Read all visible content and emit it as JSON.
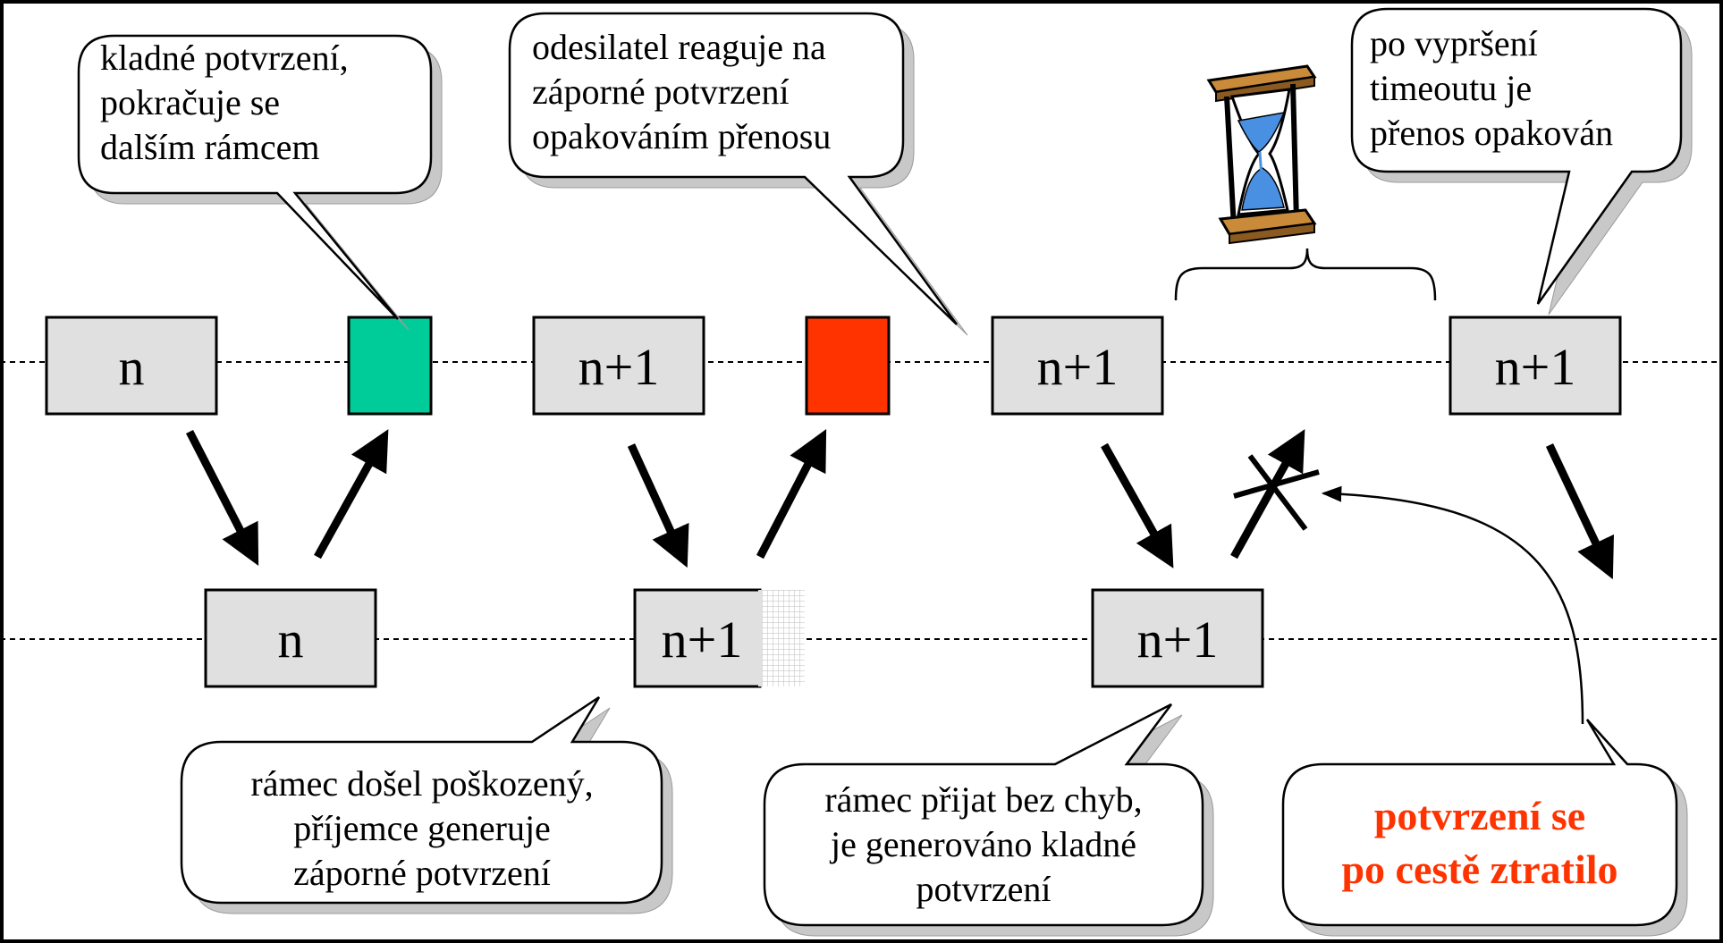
{
  "colors": {
    "frame_fill": "#e0e0e0",
    "ack_positive": "#00cc99",
    "ack_negative": "#ff3300",
    "alert_text": "#ff3300",
    "callout_fill": "#ffffff",
    "callout_shadow": "#c8c8c8",
    "hourglass_sand": "#4a90e2",
    "hourglass_frame": "#c98a3a"
  },
  "sender_frames": [
    "n",
    "n+1",
    "n+1",
    "n+1"
  ],
  "receiver_frames": [
    "n",
    "n+1",
    "n+1"
  ],
  "acks": [
    {
      "kind": "positive",
      "icon": "green-square"
    },
    {
      "kind": "negative",
      "icon": "red-square"
    }
  ],
  "timeout_icon": "hourglass-icon",
  "callouts": {
    "positive_ack": [
      "kladné potvrzení,",
      "pokračuje se",
      "dalším rámcem"
    ],
    "negative_ack": [
      "odesilatel reaguje na",
      "záporné potvrzení",
      "opakováním přenosu"
    ],
    "timeout": [
      "po vypršení",
      "timeoutu je",
      "přenos opakován"
    ],
    "damaged": [
      "rámec došel poškozený,",
      "příjemce generuje",
      "záporné potvrzení"
    ],
    "received_ok": [
      "rámec přijat bez chyb,",
      "je generováno kladné",
      "potvrzení"
    ],
    "ack_lost": [
      "potvrzení se",
      "po cestě ztratilo"
    ]
  }
}
